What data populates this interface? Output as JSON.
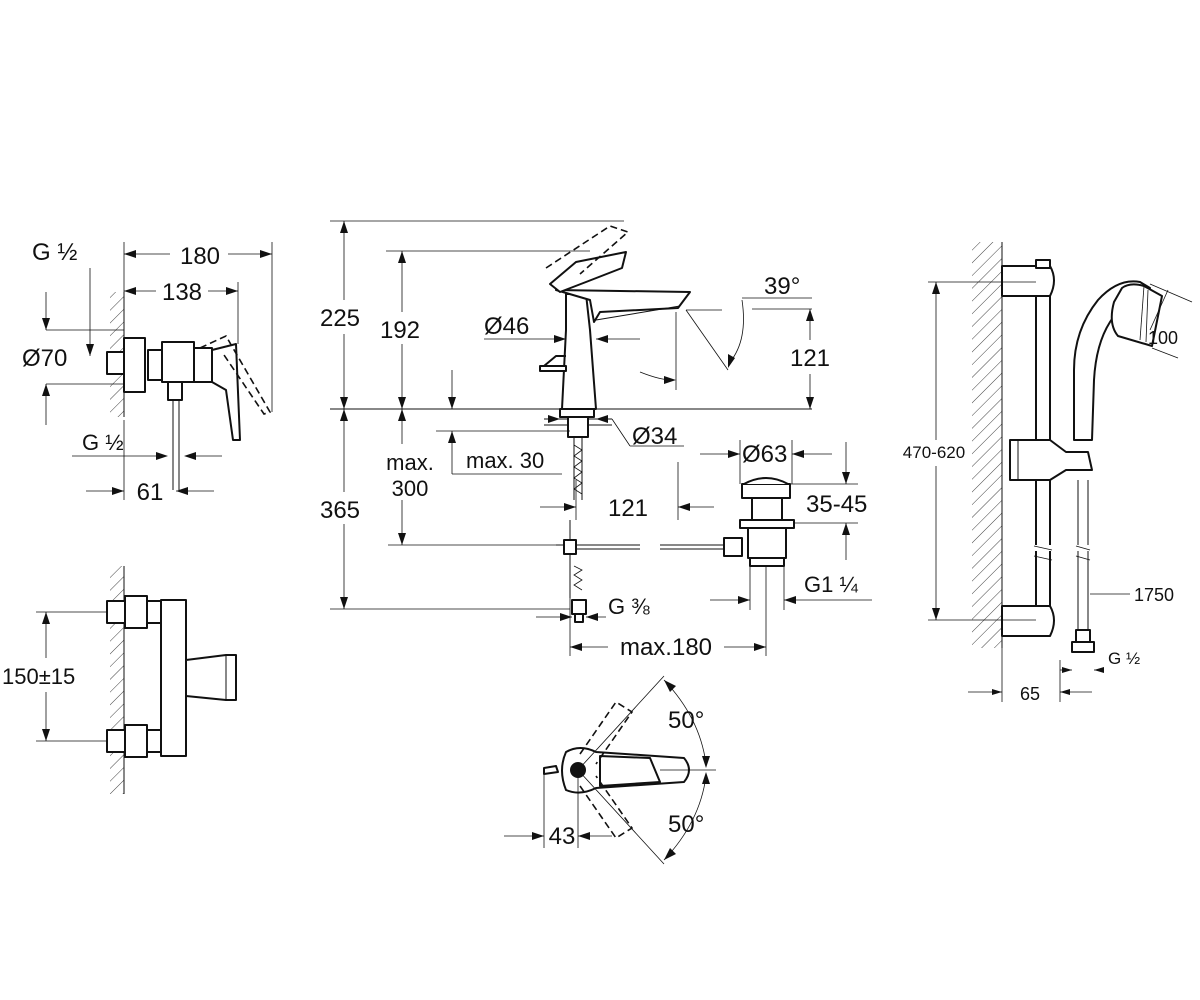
{
  "shower_mixer": {
    "connection_top": "G ½",
    "width_overall": "180",
    "width_body": "138",
    "cover_diameter": "Ø70",
    "connection_bottom": "G ½",
    "outlet_offset": "61",
    "centers": "150±15"
  },
  "basin_mixer": {
    "height_overall": "225",
    "height_spout": "192",
    "body_diameter": "Ø46",
    "handle_angle": "39°",
    "spout_height": "121",
    "hose_length_prefix": "max.",
    "hose_length_value": "300",
    "tailpiece_length": "max. 30",
    "hole_diameter": "Ø34",
    "height_below": "365",
    "spout_reach": "121",
    "waste_diameter": "Ø63",
    "waste_range": "35-45",
    "waste_connection": "G1 ¼",
    "hose_connection": "G ⅜",
    "max_depth": "max.180",
    "swivel_angle_top": "50°",
    "swivel_angle_bottom": "50°",
    "lever_offset": "43"
  },
  "shower_set": {
    "rail_range": "470-620",
    "handshower_diameter": "100",
    "hose_length": "1750",
    "hose_connection": "G ½",
    "wall_offset": "65"
  }
}
